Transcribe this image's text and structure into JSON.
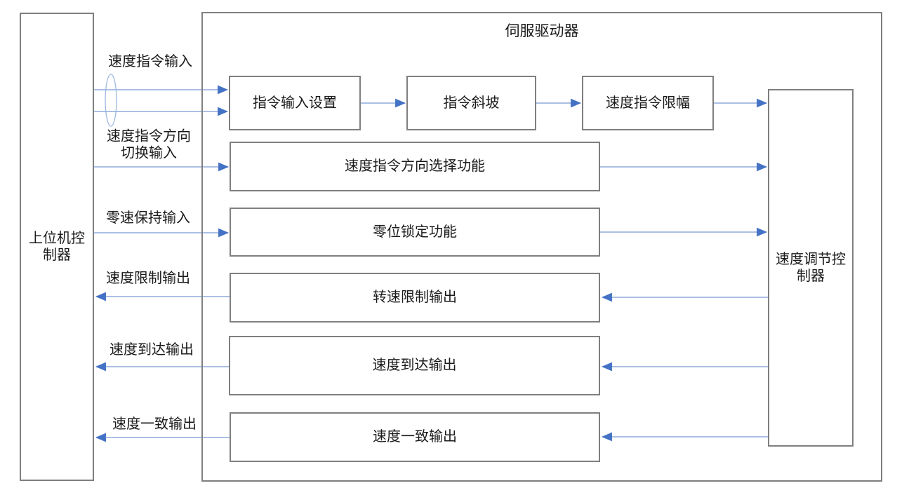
{
  "diagram": {
    "servo_driver": {
      "title": "伺服驱动器"
    },
    "host_controller": {
      "label": "上位机控制器"
    },
    "speed_regulator": {
      "label": "速度调节控制器"
    },
    "blocks": {
      "cmd_input": "指令输入设置",
      "cmd_ramp": "指令斜坡",
      "cmd_limit": "速度指令限幅",
      "dir_select": "速度指令方向选择功能",
      "zero_lock": "零位锁定功能",
      "limit_out": "转速限制输出",
      "arrival_out": "速度到达输出",
      "coincide_out": "速度一致输出"
    },
    "signals": {
      "speed_cmd_in": "速度指令输入",
      "dir_switch_in": "速度指令方向切换输入",
      "zero_hold_in": "零速保持输入",
      "limit_out": "速度限制输出",
      "arrival_out": "速度到达输出",
      "coincide_out": "速度一致输出"
    },
    "colors": {
      "wire_line": "#8faadc",
      "arrow_head": "#4472c4",
      "box_border": "#7f7f7f",
      "text": "#1a1a1a"
    }
  }
}
